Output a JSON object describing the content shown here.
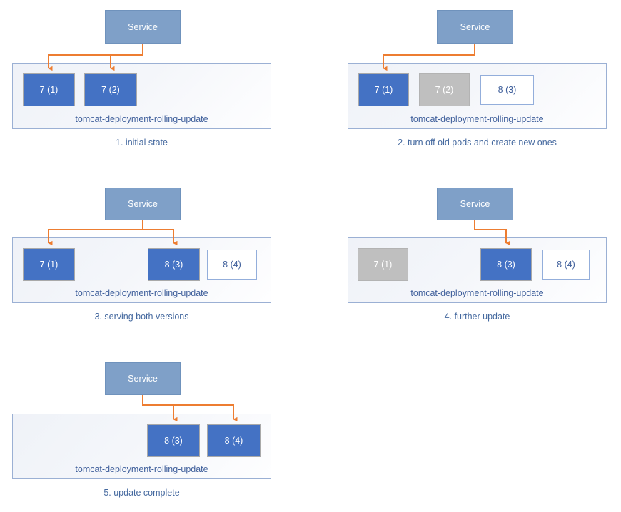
{
  "diagram": {
    "title": "Kubernetes rolling update sequence",
    "colors": {
      "pod_active": "#4472C4",
      "pod_terminating": "#BFBFBF",
      "pod_pending": "#FFFFFF",
      "service_box": "#7FA0C8",
      "arrow": "#ED7D31",
      "caption_text": "#45699F",
      "deployment_border": "#9BB0D4"
    },
    "service_label": "Service",
    "deployment_name": "tomcat-deployment-rolling-update",
    "panels": [
      {
        "id": "panel-1",
        "caption": "1. initial state",
        "service": "Service",
        "deployment": "tomcat-deployment-rolling-update",
        "pods": [
          {
            "label": "7 (1)",
            "state": "active"
          },
          {
            "label": "7 (2)",
            "state": "active"
          }
        ],
        "arrow_targets": [
          "7 (1)",
          "7 (2)"
        ]
      },
      {
        "id": "panel-2",
        "caption": "2. turn off old pods and create new ones",
        "service": "Service",
        "deployment": "tomcat-deployment-rolling-update",
        "pods": [
          {
            "label": "7 (1)",
            "state": "active"
          },
          {
            "label": "7 (2)",
            "state": "terminating"
          },
          {
            "label": "8 (3)",
            "state": "pending"
          }
        ],
        "arrow_targets": [
          "7 (1)"
        ]
      },
      {
        "id": "panel-3",
        "caption": "3. serving both versions",
        "service": "Service",
        "deployment": "tomcat-deployment-rolling-update",
        "pods": [
          {
            "label": "7 (1)",
            "state": "active"
          },
          {
            "label": "8 (3)",
            "state": "active"
          },
          {
            "label": "8 (4)",
            "state": "pending"
          }
        ],
        "arrow_targets": [
          "7 (1)",
          "8 (3)"
        ]
      },
      {
        "id": "panel-4",
        "caption": "4. further update",
        "service": "Service",
        "deployment": "tomcat-deployment-rolling-update",
        "pods": [
          {
            "label": "7 (1)",
            "state": "terminating"
          },
          {
            "label": "8 (3)",
            "state": "active"
          },
          {
            "label": "8 (4)",
            "state": "pending"
          }
        ],
        "arrow_targets": [
          "8 (3)"
        ]
      },
      {
        "id": "panel-5",
        "caption": "5. update complete",
        "service": "Service",
        "deployment": "tomcat-deployment-rolling-update",
        "pods": [
          {
            "label": "8 (3)",
            "state": "active"
          },
          {
            "label": "8 (4)",
            "state": "active"
          }
        ],
        "arrow_targets": [
          "8 (3)",
          "8 (4)"
        ]
      }
    ]
  }
}
